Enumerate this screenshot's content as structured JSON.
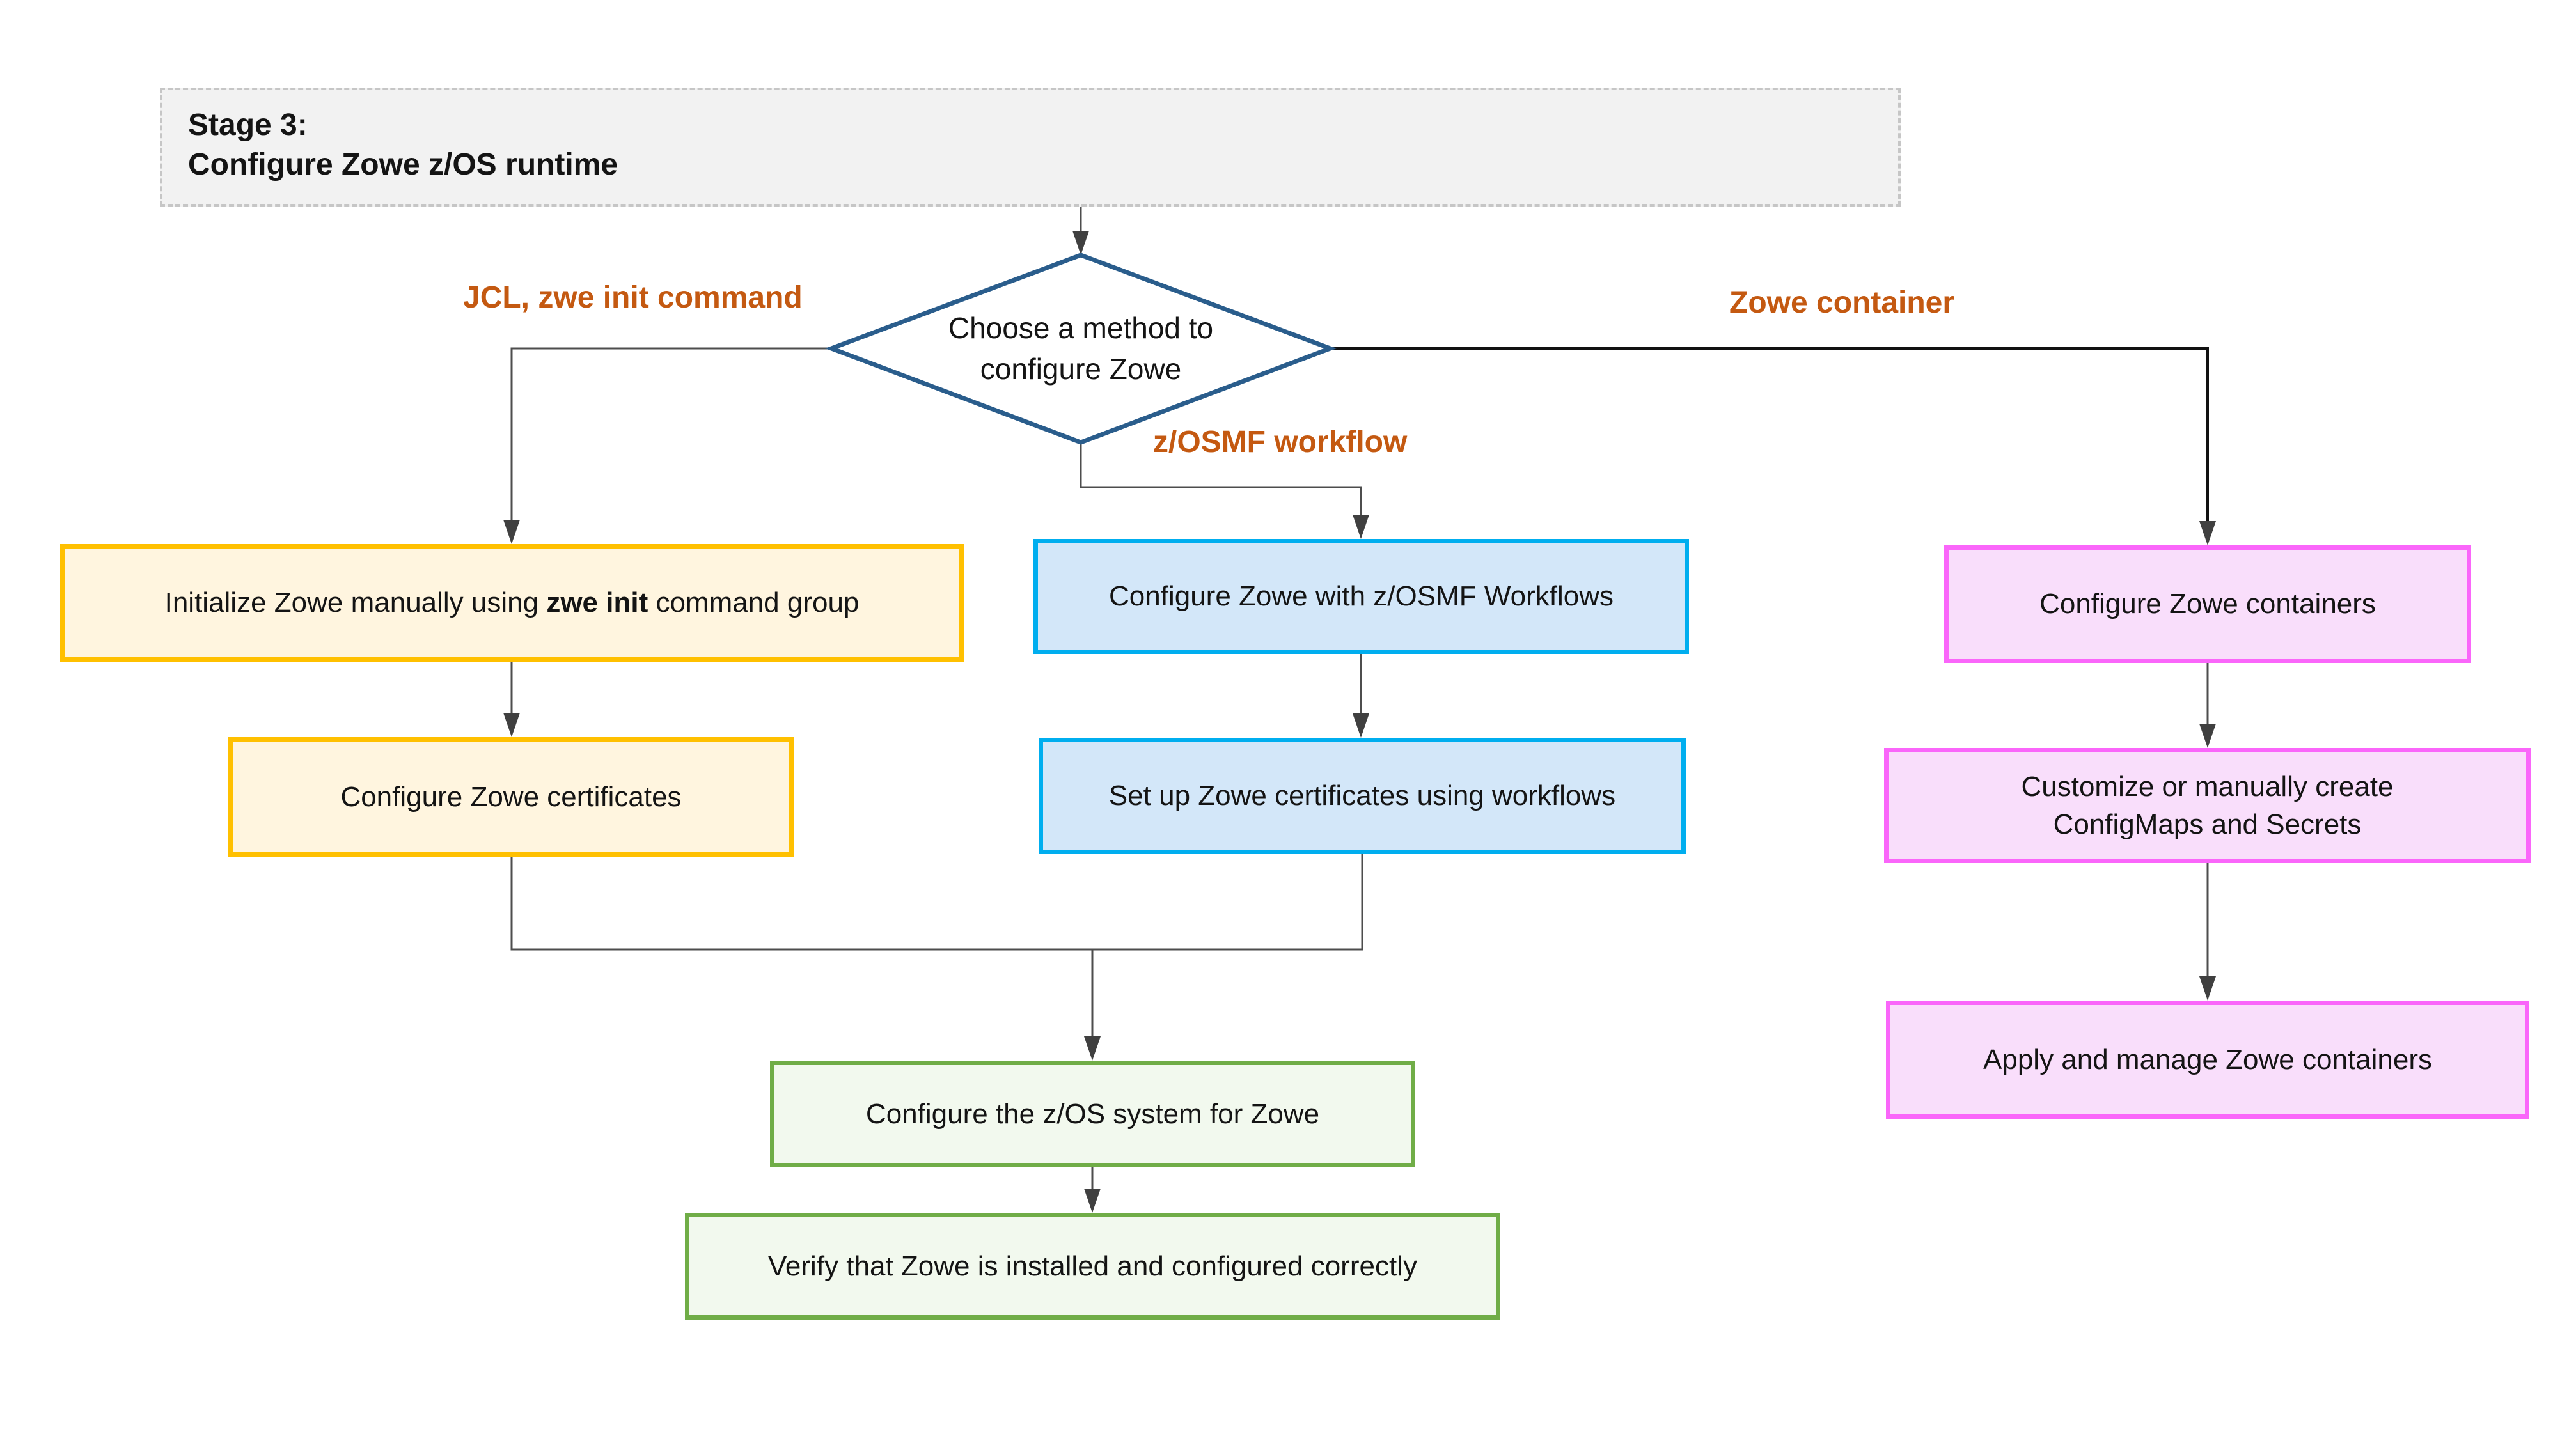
{
  "colors": {
    "accent_orange": "#C45911",
    "diamond_border": "#2A5D8C",
    "yellow_border": "#FFC000",
    "yellow_fill": "#FFF5DF",
    "blue_border": "#00AEEF",
    "blue_fill": "#D3E7F9",
    "pink_border": "#FA66FA",
    "pink_fill": "#F9DEFB",
    "green_border": "#70AD47",
    "green_fill": "#F2F9EE",
    "stage_fill": "#F2F2F2",
    "stage_border": "#C6C6C6",
    "line_gray": "#4D4D4D",
    "line_black": "#111111",
    "arrowhead": "#404040"
  },
  "stage_banner": {
    "line1": "Stage 3:",
    "line2": "Configure Zowe z/OS runtime"
  },
  "decision": {
    "line1": "Choose a method to",
    "line2": "configure Zowe"
  },
  "branch_labels": {
    "jcl": "JCL, zwe init command",
    "zosmf": "z/OSMF workflow",
    "container": "Zowe container"
  },
  "manual_column": {
    "step1_prefix": "Initialize Zowe manually using ",
    "step1_bold": "zwe init",
    "step1_suffix": " command group",
    "step2": "Configure Zowe certificates"
  },
  "zosmf_column": {
    "step1": "Configure Zowe with z/OSMF Workflows",
    "step2": "Set up Zowe certificates using workflows"
  },
  "container_column": {
    "step1": "Configure Zowe containers",
    "step2_line1": "Customize or manually create",
    "step2_line2": "ConfigMaps and Secrets",
    "step3": "Apply and manage Zowe containers"
  },
  "shared_steps": {
    "step1": "Configure the z/OS system for Zowe",
    "step2": "Verify that Zowe is installed and configured correctly"
  }
}
